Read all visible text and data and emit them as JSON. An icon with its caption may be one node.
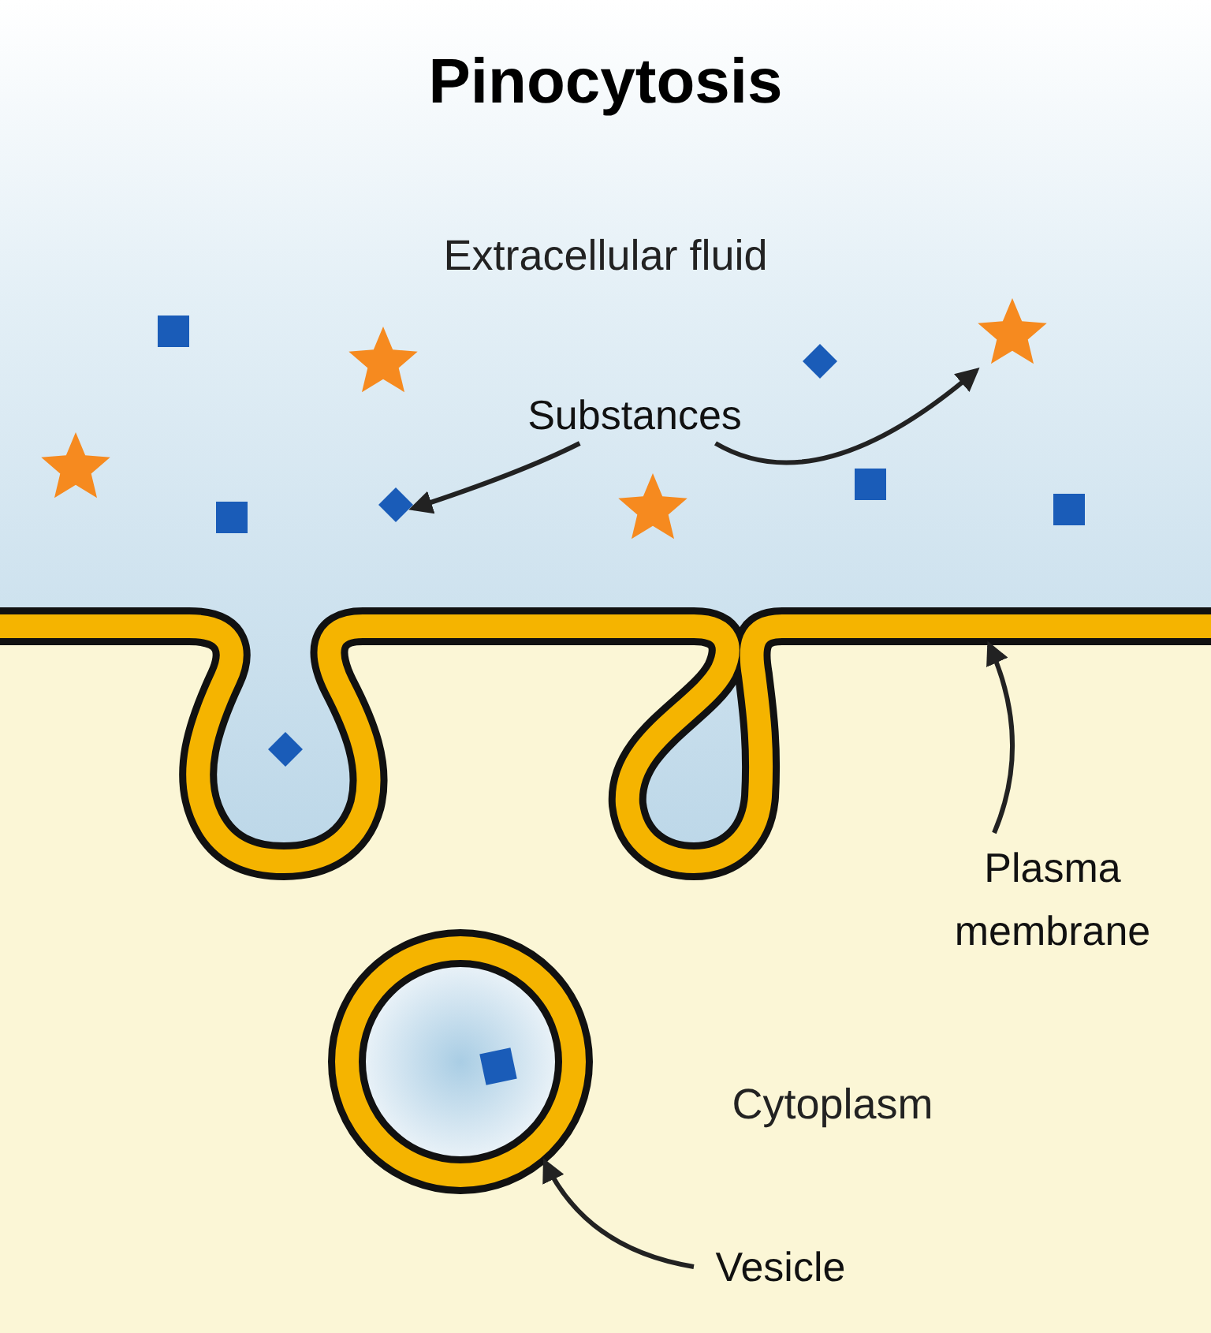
{
  "diagram": {
    "title": "Pinocytosis",
    "nodes": [
      {
        "text": [
          "Substances"
        ]
      },
      {
        "text": [],
        "shape": "diamond"
      },
      {
        "text": [],
        "shape": "star"
      },
      {
        "text": [
          "Plasma membrane"
        ]
      },
      {
        "text": [],
        "shape": "picture"
      },
      {
        "text": [
          "Vesicle"
        ]
      },
      {
        "text": [],
        "shape": "circle"
      },
      {
        "text": [],
        "shape": "box"
      },
      {
        "text": [],
        "shape": "star"
      },
      {
        "text": [],
        "shape": "diamond"
      },
      {
        "text": [],
        "shape": "star"
      },
      {
        "text": [],
        "shape": "box"
      },
      {
        "text": [],
        "shape": "box"
      },
      {
        "text": [],
        "shape": "star"
      },
      {
        "text": [],
        "shape": "box"
      }
    ],
    "edges": [
      {
        "from": 0,
        "to": 1,
        "arrow": "to"
      },
      {
        "from": 0,
        "to": 2,
        "arrow": "to"
      },
      {
        "from": 3,
        "to": 4,
        "arrow": "to"
      },
      {
        "from": 5,
        "to": 6,
        "arrow": "to"
      }
    ],
    "labels": [
      "Extracellular fluid",
      "Cytoplasm"
    ]
  }
}
